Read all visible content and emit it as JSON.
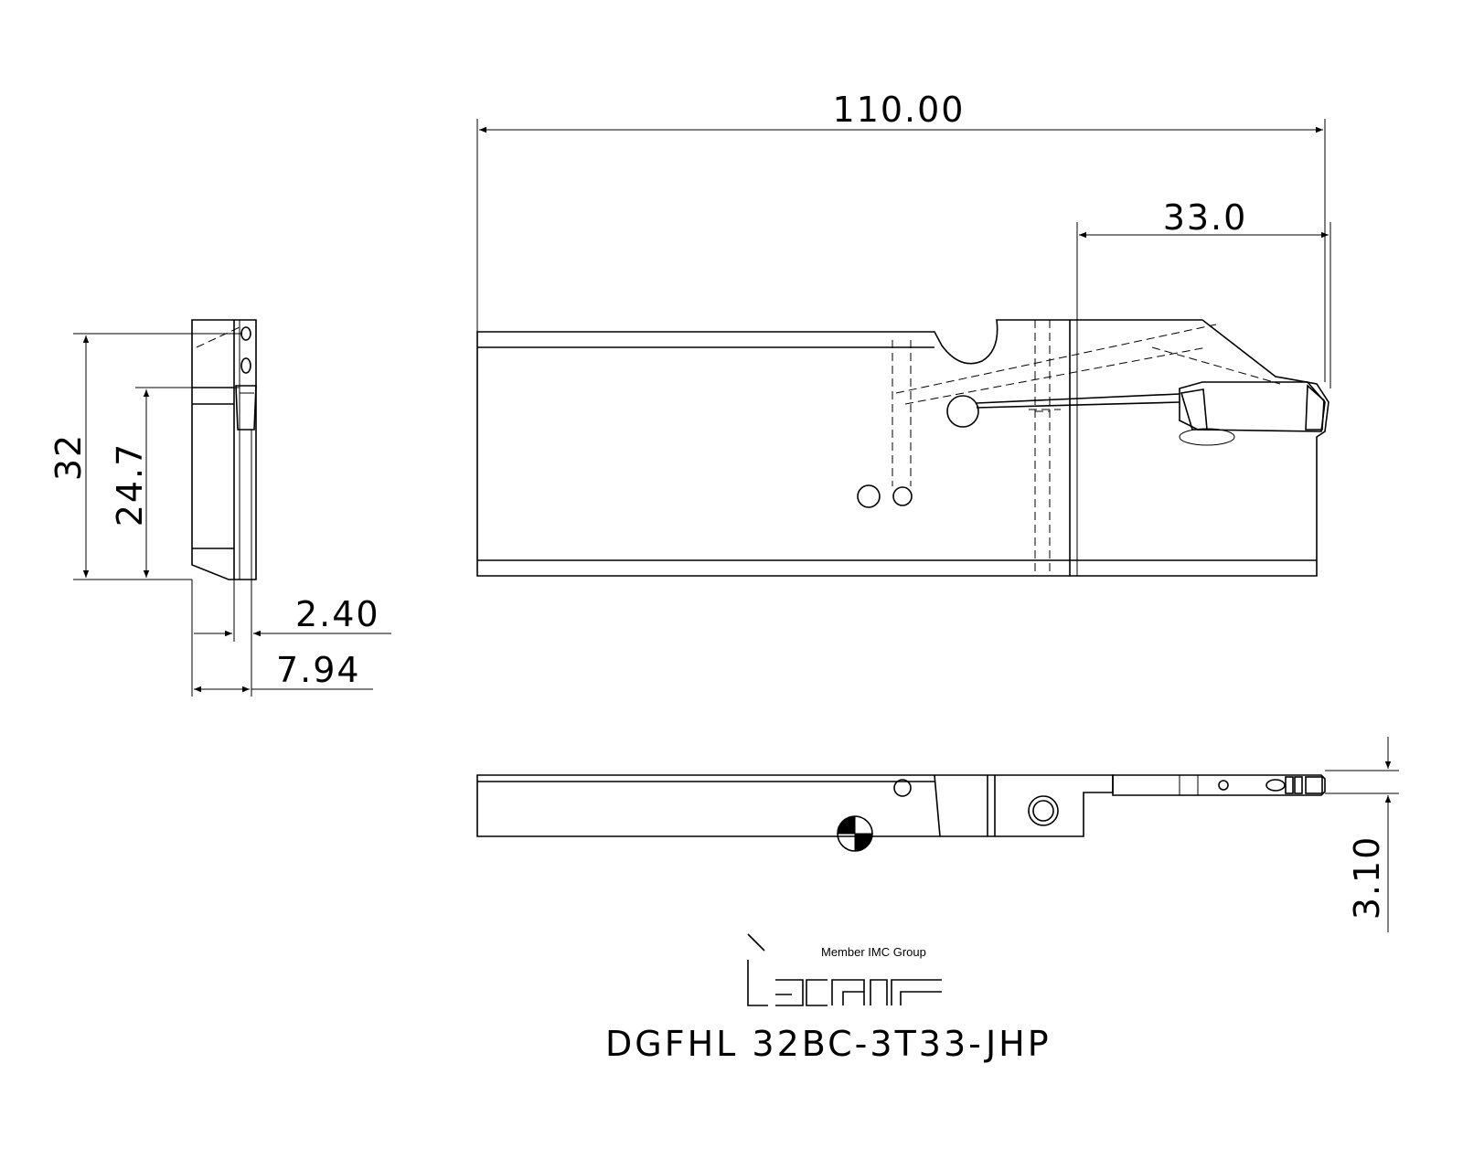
{
  "dimensions": {
    "overall_length": "110.00",
    "head_length": "33.0",
    "height": "32",
    "shank_height": "24.7",
    "insert_offset": "2.40",
    "width": "7.94",
    "blade_width": "3.10"
  },
  "logo": {
    "brand": "iscar",
    "tagline": "Member IMC Group"
  },
  "part_number": "DGFHL 32BC-3T33-JHP"
}
